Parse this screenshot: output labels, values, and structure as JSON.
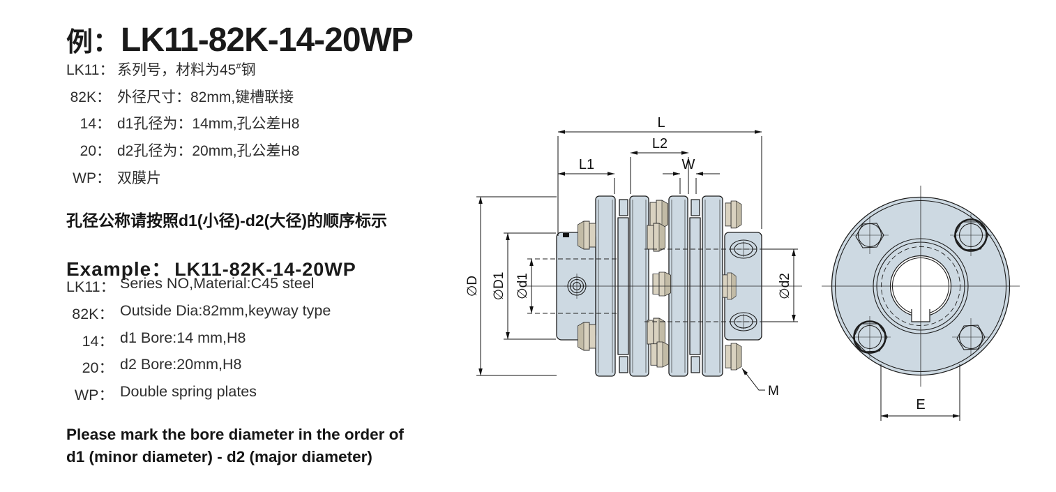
{
  "title": {
    "prefix": "例：",
    "model": "LK11-82K-14-20WP"
  },
  "cn": {
    "items": [
      {
        "label": "LK11：",
        "pre": "系列号，材料为45",
        "sup": "#",
        "post": "钢"
      },
      {
        "label": "82K：",
        "text": "外径尺寸：82mm,键槽联接"
      },
      {
        "label": "14：",
        "text": "d1孔径为：14mm,孔公差H8"
      },
      {
        "label": "20：",
        "text": "d2孔径为：20mm,孔公差H8"
      },
      {
        "label": "WP：",
        "text": "双膜片"
      }
    ],
    "note": "孔径公称请按照d1(小径)-d2(大径)的顺序标示"
  },
  "en": {
    "title_prefix": "Example：",
    "title_model": "LK11-82K-14-20WP",
    "items": [
      {
        "label": "LK11：",
        "text": "Series NO,Material:C45 steel"
      },
      {
        "label": "82K：",
        "text": "Outside Dia:82mm,keyway type"
      },
      {
        "label": "14：",
        "text": "d1 Bore:14 mm,H8"
      },
      {
        "label": "20：",
        "text": "d2 Bore:20mm,H8"
      },
      {
        "label": "WP：",
        "text": "Double spring plates"
      }
    ],
    "note_line1": "Please mark the bore diameter in the order of",
    "note_line2": "d1 (minor diameter) - d2 (major diameter)"
  },
  "drawing": {
    "dims": {
      "L": "L",
      "L1": "L1",
      "L2": "L2",
      "W": "W",
      "D": "∅D",
      "D1": "∅D1",
      "d1": "∅d1",
      "d2": "∅d2",
      "M": "M",
      "E": "E"
    },
    "colors": {
      "body_fill": "#cdd9e2",
      "bolt_fill": "#d9d2c0",
      "bolt_shade": "#c2bba6",
      "line": "#1d1d1d",
      "background": "#ffffff"
    }
  }
}
